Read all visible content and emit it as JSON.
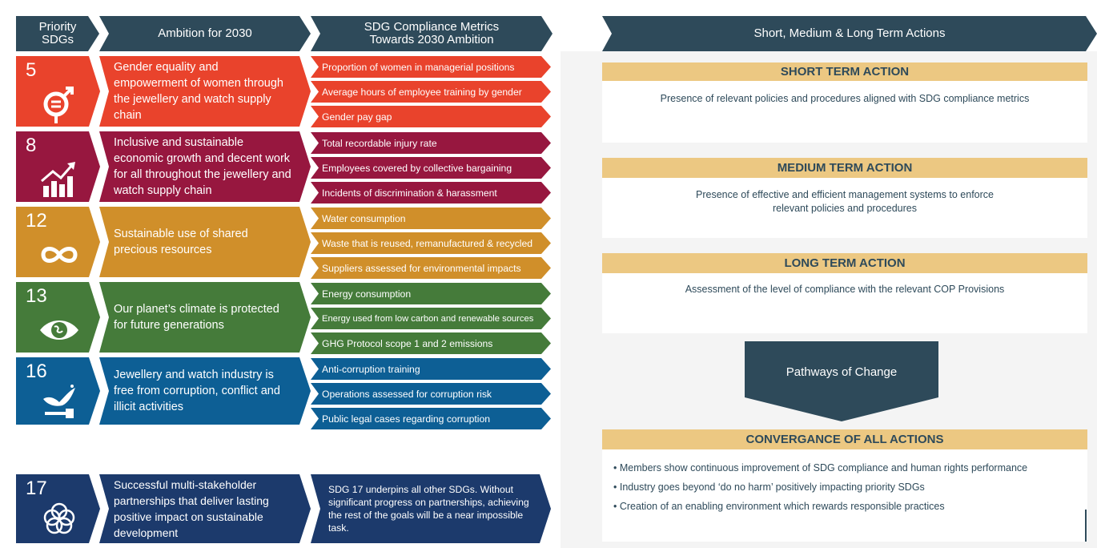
{
  "headers": {
    "priority": "Priority SDGs",
    "ambition": "Ambition for 2030",
    "metrics_line1": "SDG Compliance Metrics",
    "metrics_line2": "Towards 2030 Ambition",
    "actions": "Short, Medium & Long Term Actions"
  },
  "sdgs": [
    {
      "number": "5",
      "icon": "gender-equality-icon",
      "color": "#e9432c",
      "ambition": "Gender equality and empowerment of women through the jewellery and watch supply chain",
      "metrics": [
        "Proportion of women in managerial positions",
        "Average hours of employee training by gender",
        "Gender pay gap"
      ]
    },
    {
      "number": "8",
      "icon": "economic-growth-icon",
      "color": "#97173f",
      "ambition": "Inclusive and sustainable economic growth and decent work for all throughout the jewellery and watch supply chain",
      "metrics": [
        "Total recordable injury rate",
        "Employees covered by collective bargaining",
        "Incidents of discrimination & harassment"
      ]
    },
    {
      "number": "12",
      "icon": "infinity-icon",
      "color": "#d08f2a",
      "ambition": "Sustainable use of shared precious resources",
      "metrics": [
        "Water consumption",
        "Waste that is reused, remanufactured & recycled",
        "Suppliers assessed for environmental impacts"
      ]
    },
    {
      "number": "13",
      "icon": "eye-globe-icon",
      "color": "#457b3a",
      "ambition": "Our planet’s climate is protected for future generations",
      "metrics": [
        "Energy consumption",
        "Energy used from low carbon and renewable sources",
        "GHG Protocol scope 1 and 2 emissions"
      ]
    },
    {
      "number": "16",
      "icon": "dove-gavel-icon",
      "color": "#0d5f95",
      "ambition": "Jewellery and watch industry is free from corruption, conflict and illicit activities",
      "metrics": [
        "Anti-corruption training",
        "Operations assessed for corruption risk",
        "Public legal cases regarding corruption"
      ]
    }
  ],
  "sdg17": {
    "number": "17",
    "icon": "partnership-rings-icon",
    "ambition": "Successful multi-stakeholder partnerships that deliver lasting positive impact on sustainable development",
    "text": "SDG 17 underpins all other SDGs. Without significant progress on partnerships, achieving the rest of the goals will be a near impossible task."
  },
  "actions": {
    "short_title": "SHORT TERM ACTION",
    "short_text": "Presence of relevant policies and procedures aligned with SDG compliance metrics",
    "medium_title": "MEDIUM TERM ACTION",
    "medium_text_1": "Presence of effective and efficient management systems to enforce",
    "medium_text_2": "relevant policies and procedures",
    "long_title": "LONG TERM ACTION",
    "long_text": "Assessment of the level of compliance with the relevant COP Provisions",
    "pathway": "Pathways of Change",
    "convergence_title": "CONVERGANCE OF ALL ACTIONS",
    "bullets": [
      "• Members show continuous improvement of SDG compliance and human rights performance",
      "• Industry goes beyond ‘do no harm’ positively impacting priority SDGs",
      "• Creation of an enabling environment which rewards responsible practices"
    ]
  },
  "colors": {
    "header": "#2e4a5a",
    "action_bar": "#ecc882",
    "sdg5": "#e9432c",
    "sdg8": "#97173f",
    "sdg12": "#d08f2a",
    "sdg13": "#457b3a",
    "sdg16": "#0d5f95",
    "sdg17": "#1c3a6c"
  }
}
